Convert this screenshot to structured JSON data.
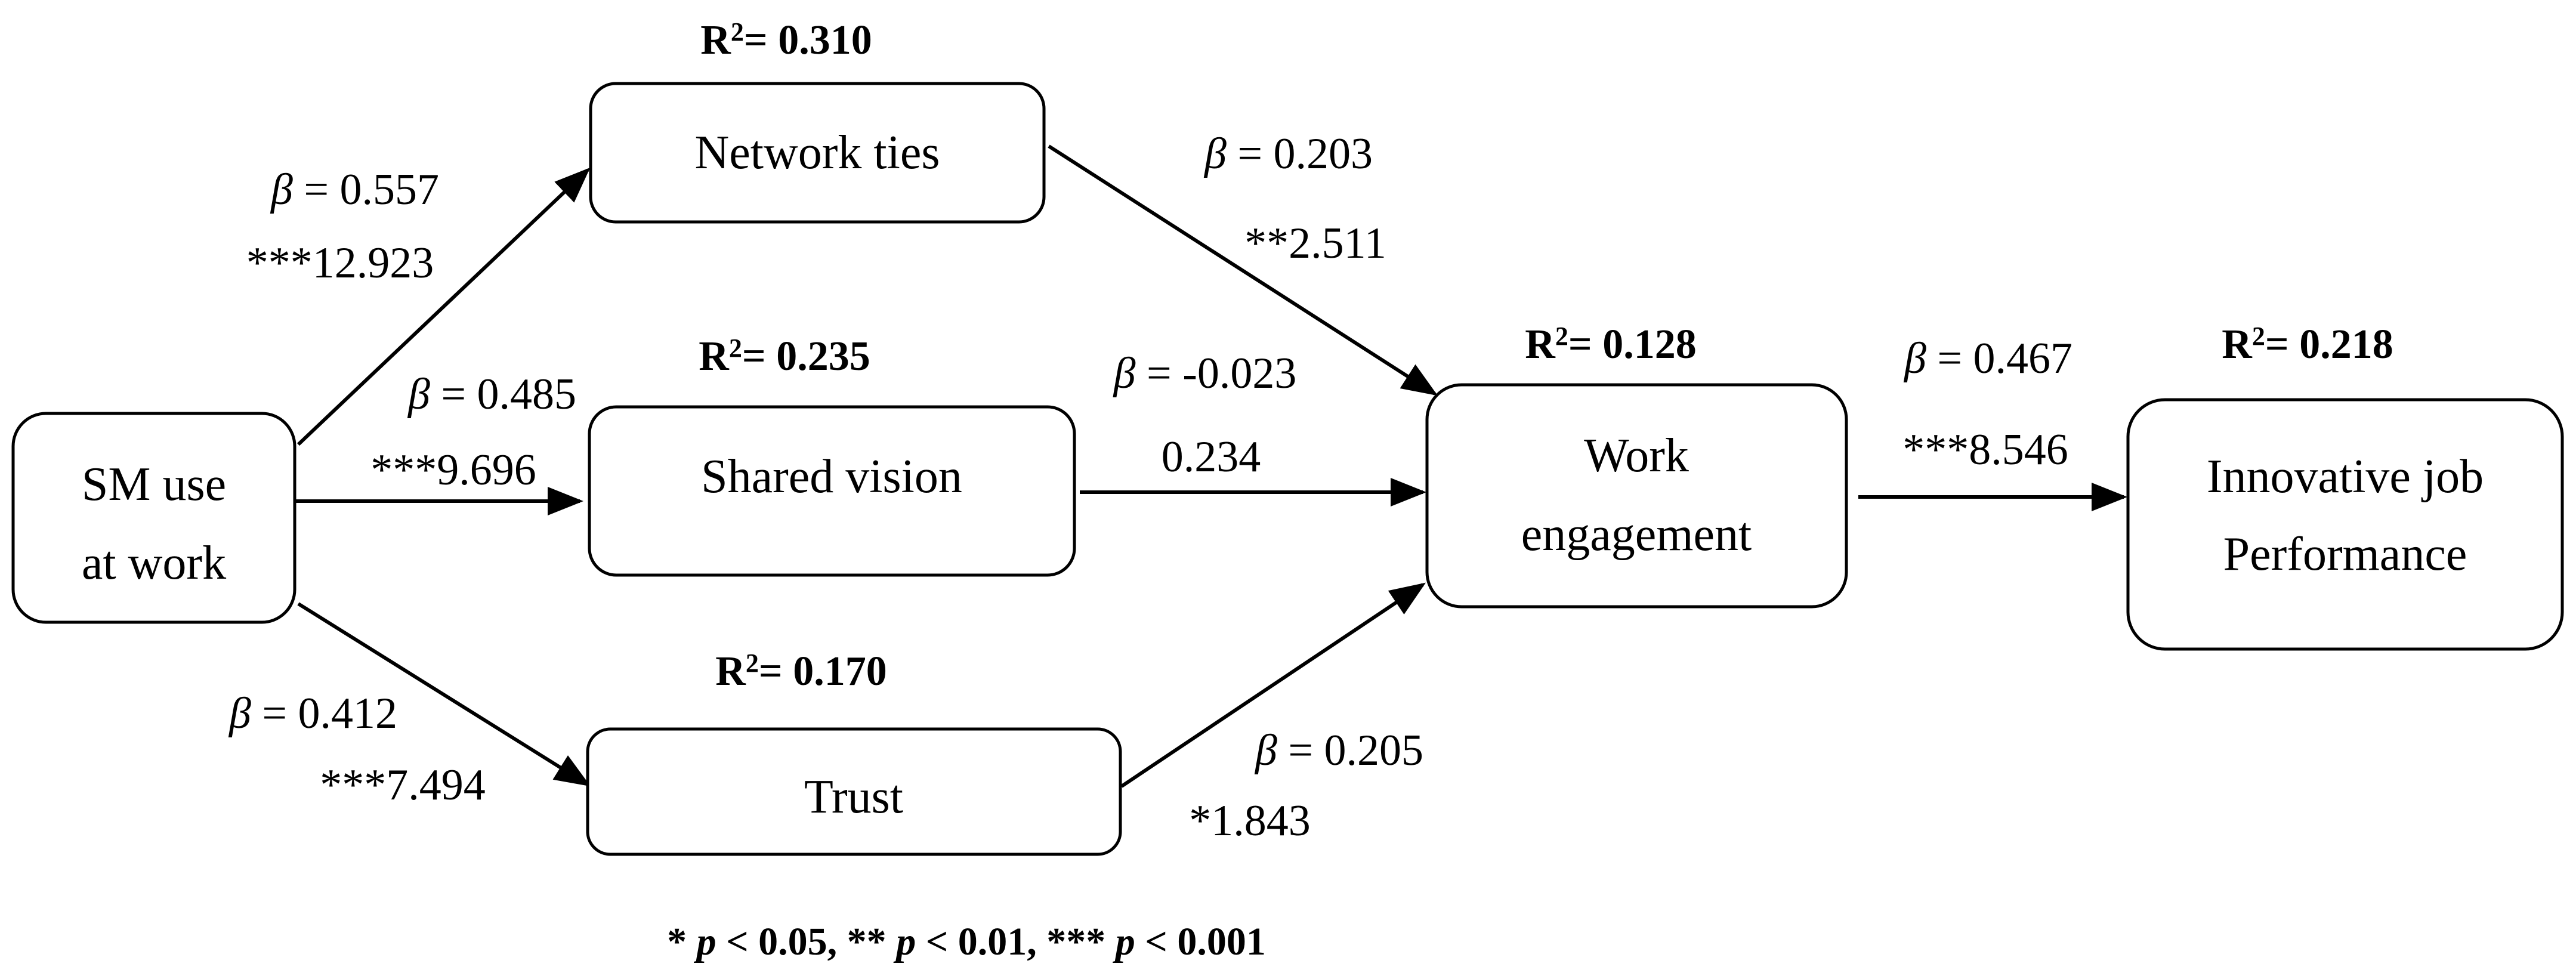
{
  "nodes": {
    "sm_use": {
      "line1": "SM use",
      "line2": "at work"
    },
    "network_ties": {
      "label": "Network ties"
    },
    "shared_vision": {
      "label": "Shared vision"
    },
    "trust": {
      "label": "Trust"
    },
    "work_engagement": {
      "line1": "Work",
      "line2": "engagement"
    },
    "innovative_job": {
      "line1": "Innovative job",
      "line2": "Performance"
    }
  },
  "r_squared": {
    "prefix": "R",
    "sup": "2",
    "network_ties": "= 0.310",
    "shared_vision": "= 0.235",
    "trust": "= 0.170",
    "work_engagement": "= 0.128",
    "innovative_job": "= 0.218"
  },
  "beta_symbol": "β",
  "paths": {
    "sm_to_network": {
      "beta": " = 0.557",
      "t": "***12.923"
    },
    "sm_to_shared": {
      "beta": " = 0.485",
      "t": "***9.696"
    },
    "sm_to_trust": {
      "beta": " = 0.412",
      "t": "***7.494"
    },
    "network_to_engagement": {
      "beta": " = 0.203",
      "t": "**2.511"
    },
    "shared_to_engagement": {
      "beta": " = -0.023",
      "t": "0.234"
    },
    "trust_to_engagement": {
      "beta": " = 0.205",
      "t": "*1.843"
    },
    "engagement_to_innovative": {
      "beta": " = 0.467",
      "t": "***8.546"
    }
  },
  "footnote": {
    "p1_stars": "* ",
    "p1_sym": "p",
    "p1_rest": " < 0.05, ** ",
    "p2_sym": "p",
    "p2_rest": " < 0.01, *** ",
    "p3_sym": "p",
    "p3_rest": " < 0.001"
  }
}
